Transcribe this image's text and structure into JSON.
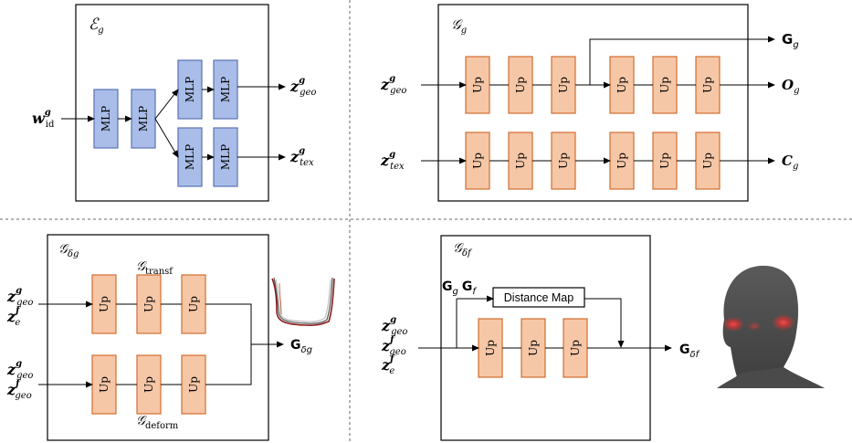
{
  "colors": {
    "mlp_fill": "#a9bde8",
    "up_fill": "#f6c7a7",
    "up_stroke": "#d36d2f",
    "heat": "#ff3030"
  },
  "blocks": {
    "mlp": "MLP",
    "up": "Up",
    "distance_map": "Distance Map"
  },
  "panel_tl": {
    "title": {
      "base": "ℰ",
      "sub": "g"
    },
    "input": {
      "base": "w",
      "sup": "g",
      "sub": "id"
    },
    "out_geo": {
      "base": "z",
      "sup": "g",
      "sub": "geo"
    },
    "out_tex": {
      "base": "z",
      "sup": "g",
      "sub": "tex"
    }
  },
  "panel_tr": {
    "title": {
      "base": "𝒢",
      "sub": "g"
    },
    "in_geo": {
      "base": "z",
      "sup": "g",
      "sub": "geo"
    },
    "in_tex": {
      "base": "z",
      "sup": "g",
      "sub": "tex"
    },
    "out_G": {
      "base": "G",
      "sub": "g"
    },
    "out_O": {
      "base": "O",
      "sub": "g"
    },
    "out_C": {
      "base": "C",
      "sub": "g"
    }
  },
  "panel_bl": {
    "title": {
      "base": "𝒢",
      "sub": "δg"
    },
    "in1_a": {
      "base": "z",
      "sup": "g",
      "sub": "geo"
    },
    "in1_b": {
      "base": "z",
      "sup": "f",
      "sub": "e"
    },
    "in2_a": {
      "base": "z",
      "sup": "g",
      "sub": "geo"
    },
    "in2_b": {
      "base": "z",
      "sup": "f",
      "sub": "geo"
    },
    "transf": {
      "base": "𝒢",
      "sub": "transf"
    },
    "deform": {
      "base": "𝒢",
      "sub": "deform"
    },
    "output": {
      "base": "G",
      "sub": "δg"
    }
  },
  "panel_br": {
    "title": {
      "base": "𝒢",
      "sub": "δf"
    },
    "top_in_1": {
      "base": "G",
      "sub": "g"
    },
    "top_in_2": {
      "base": "G",
      "sub": "f"
    },
    "in_1": {
      "base": "z",
      "sup": "g",
      "sub": "geo"
    },
    "in_2": {
      "base": "z",
      "sup": "f",
      "sub": "geo"
    },
    "in_3": {
      "base": "z",
      "sup": "f",
      "sub": "e"
    },
    "output": {
      "base": "G",
      "sub": "δf"
    }
  }
}
